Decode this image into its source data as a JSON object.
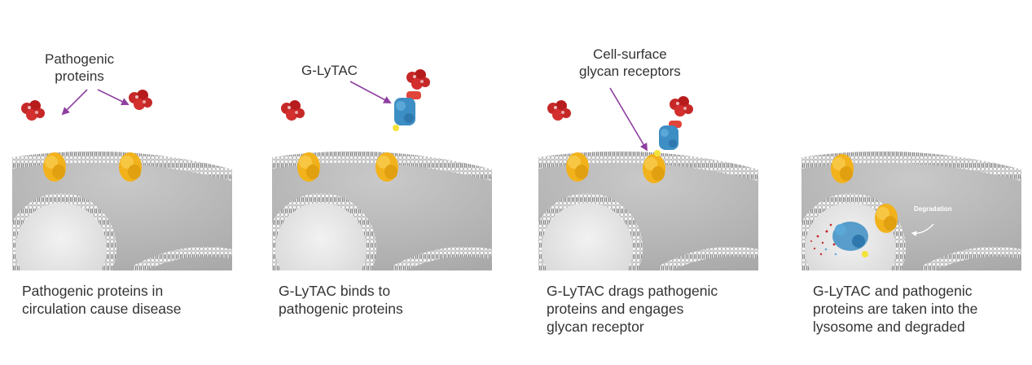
{
  "panels": [
    {
      "id": "circulation",
      "callout": "Pathogenic\nproteins",
      "caption": "Pathogenic proteins in\ncirculation cause disease"
    },
    {
      "id": "binding",
      "callout": "G-LyTAC",
      "caption": "G-LyTAC binds to\npathogenic proteins"
    },
    {
      "id": "engagement",
      "callout": "Cell-surface\nglycan receptors",
      "caption": "G-LyTAC drags pathogenic\nproteins and engages\nglycan receptor"
    },
    {
      "id": "degradation",
      "inset_label": "Degradation",
      "caption": "G-LyTAC and pathogenic\nproteins are taken into the\nlysosome and degraded"
    }
  ],
  "colors": {
    "pathogenic_protein": "#c62828",
    "glycan_receptor": "#f2b21c",
    "lytac_body": "#3d8ec4",
    "lytac_linker": "#e0453a",
    "lytac_tail": "#f4e23a",
    "arrow": "#8e3fa0",
    "membrane": "#cfcfcf",
    "cytoplasm": "#b8b8b8"
  }
}
